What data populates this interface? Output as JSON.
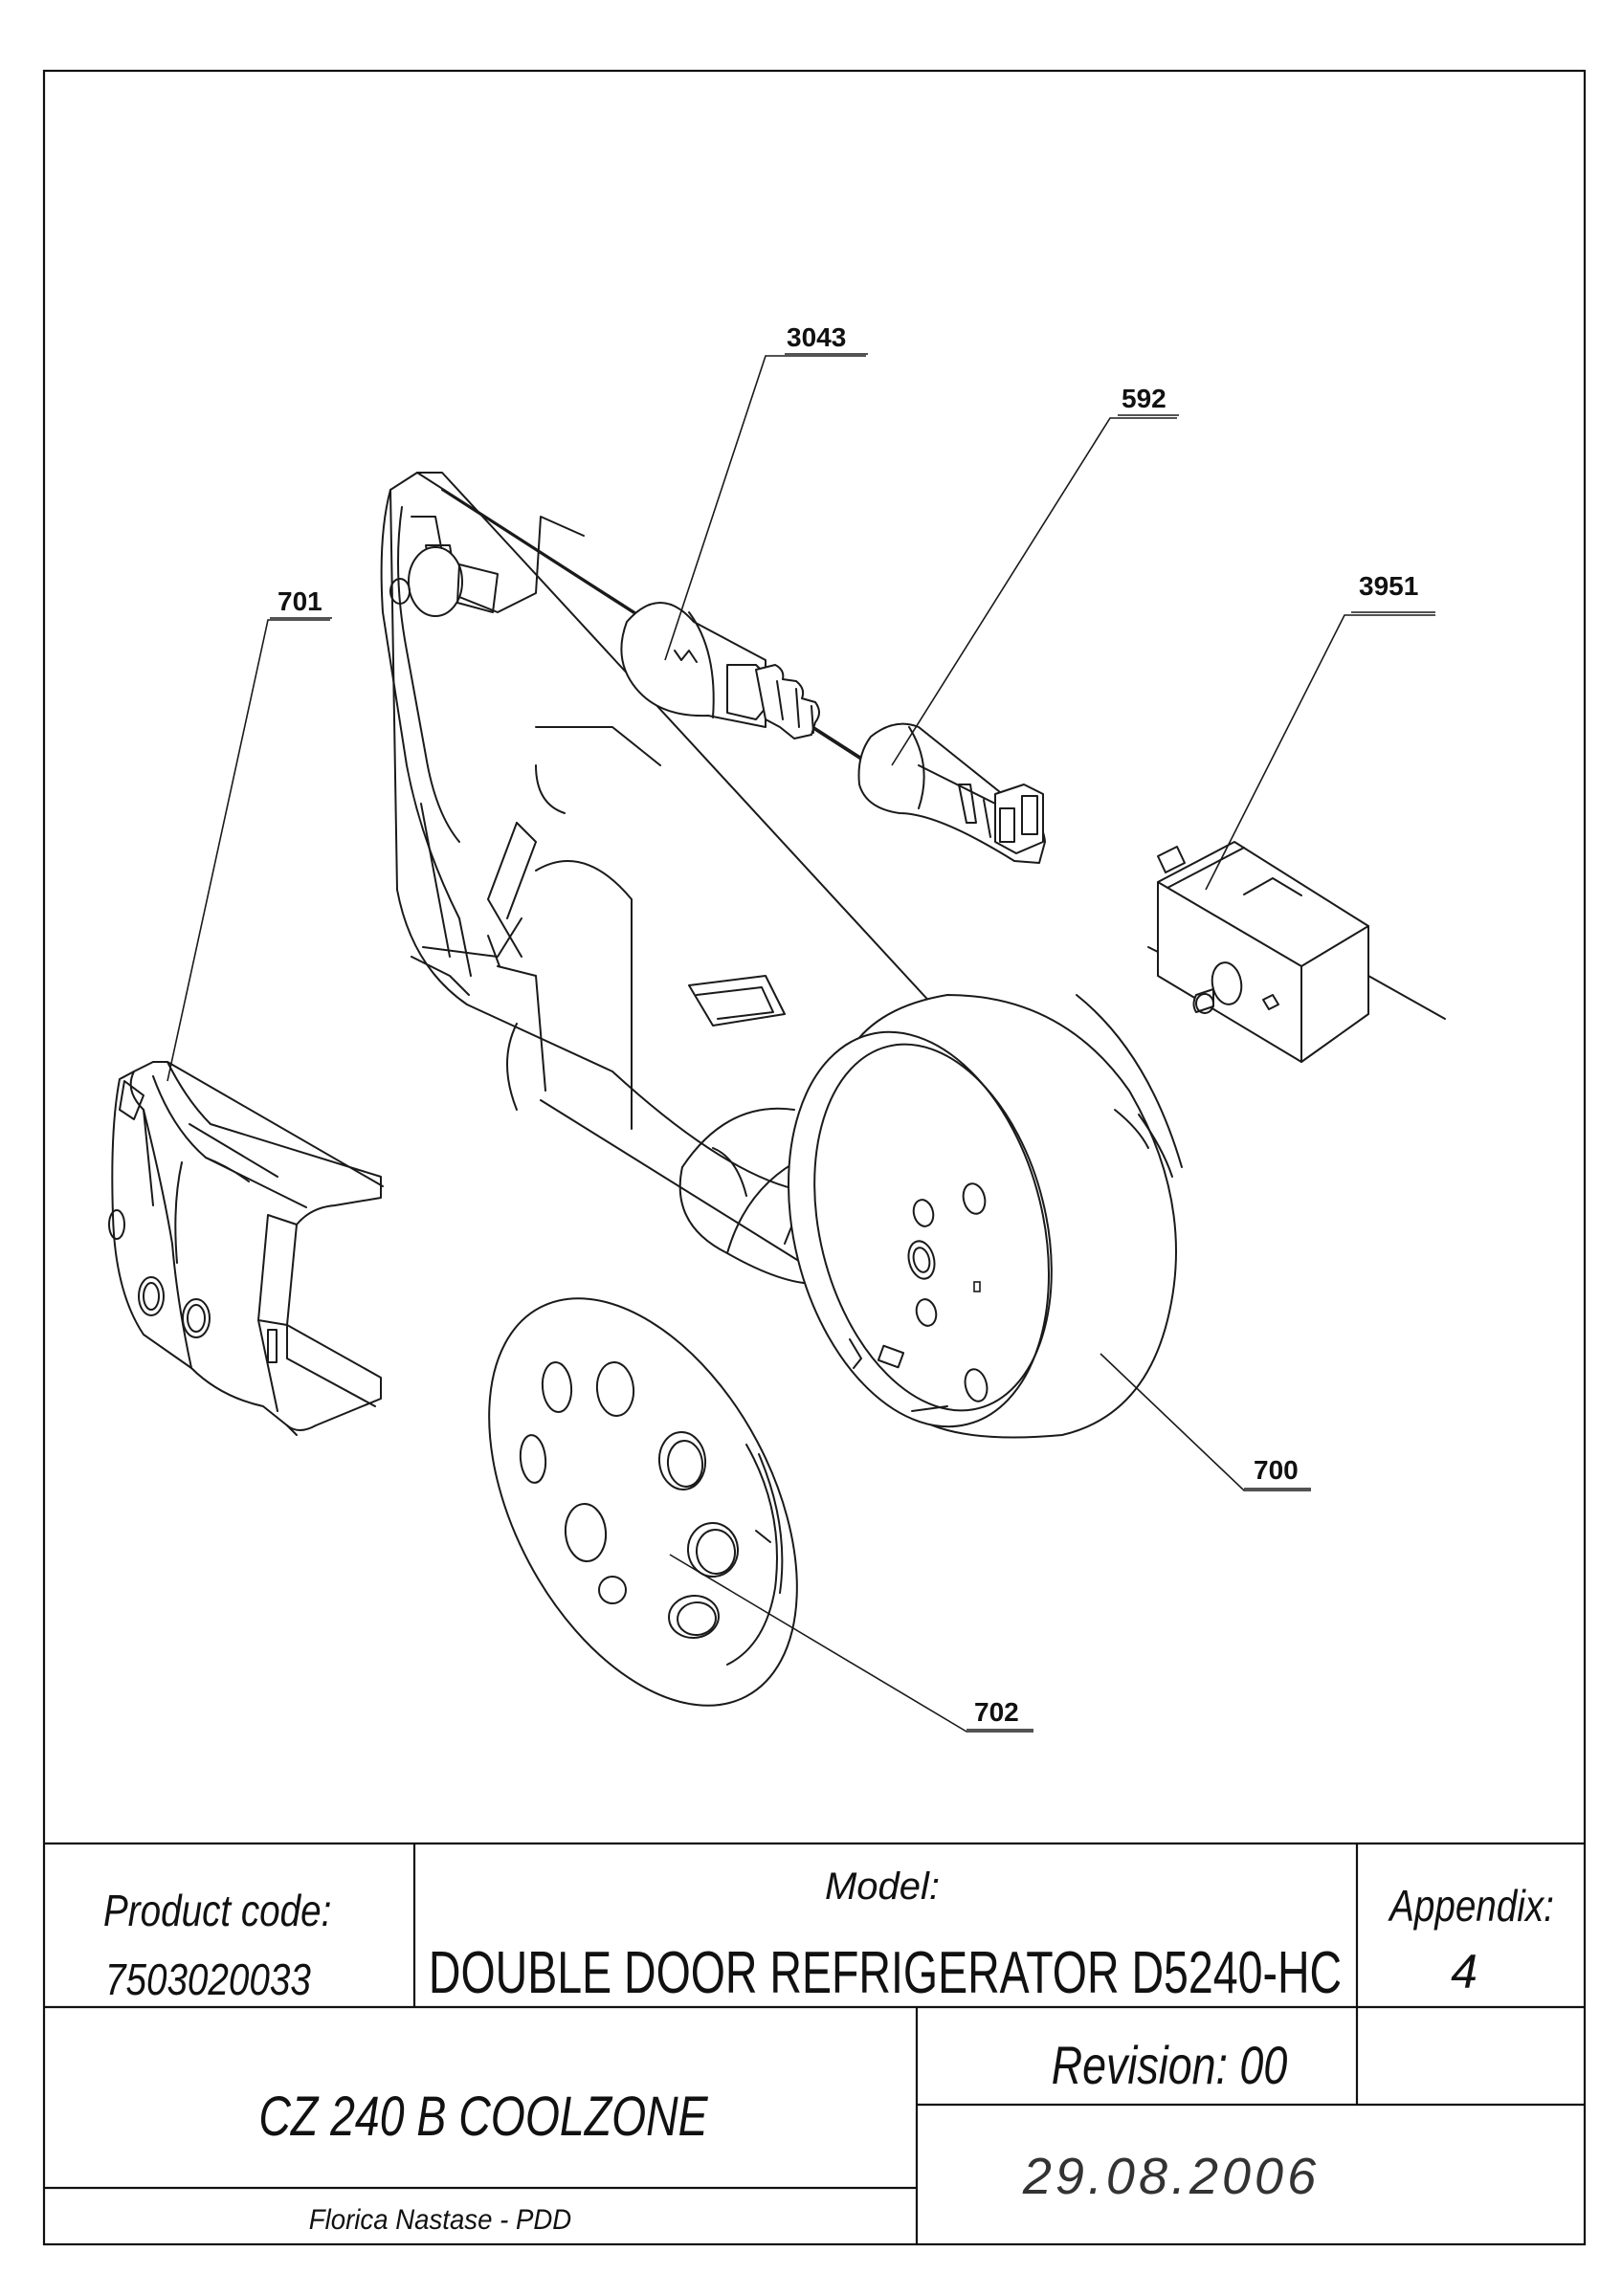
{
  "labels": {
    "p3043": "3043",
    "p592": "592",
    "p3951": "3951",
    "p701": "701",
    "p700": "700",
    "p702": "702"
  },
  "title_block": {
    "product_code_label": "Product code:",
    "product_code": "7503020033",
    "model_label": "Model:",
    "model": "DOUBLE DOOR REFRIGERATOR D5240-HC",
    "appendix_label": "Appendix:",
    "appendix": "4",
    "assembly_name": "CZ 240 B COOLZONE",
    "revision": "Revision: 00",
    "author": "Florica Nastase - PDD",
    "date": "29.08.2006"
  }
}
